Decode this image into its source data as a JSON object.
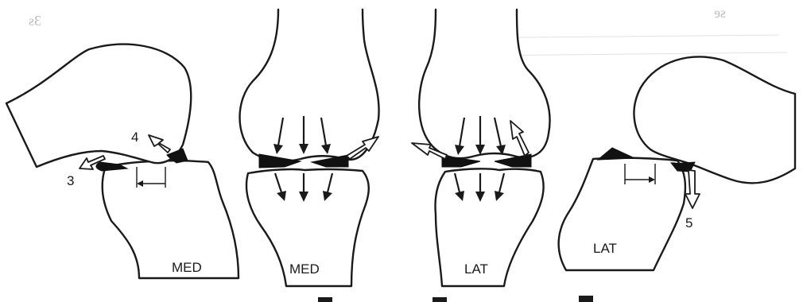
{
  "labels": {
    "panel1": "MED",
    "panel2": "MED",
    "panel3": "LAT",
    "panel4": "LAT"
  },
  "callouts": {
    "n3": "3",
    "n4": "4",
    "n5": "5"
  },
  "colors": {
    "ink": "#1a1a1a",
    "meniscus": "#111111",
    "background": "#ffffff"
  }
}
